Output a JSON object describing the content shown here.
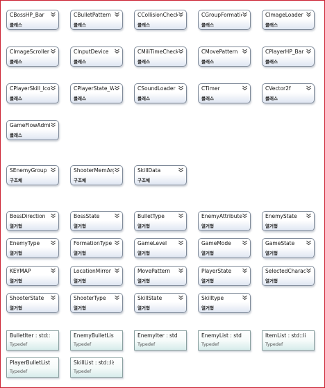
{
  "colors": {
    "frame_border": "#cc2233",
    "shape_border": "#7f8a99",
    "typedef_border": "#8aa0a0"
  },
  "shapes": [
    {
      "name": "CBossHP_Bar",
      "kind": "클래스",
      "style": "class",
      "chevron": true
    },
    {
      "name": "CBulletPattern",
      "kind": "클래스",
      "style": "class",
      "chevron": true
    },
    {
      "name": "CCollisionChecker",
      "kind": "클래스",
      "style": "class",
      "chevron": true
    },
    {
      "name": "CGroupFormation",
      "kind": "클래스",
      "style": "class",
      "chevron": true
    },
    {
      "name": "CImageLoader",
      "kind": "클래스",
      "style": "class",
      "chevron": true
    },
    {
      "name": "CImageScroller",
      "kind": "클래스",
      "style": "class",
      "chevron": true
    },
    {
      "name": "CInputDevice",
      "kind": "클래스",
      "style": "class",
      "chevron": true
    },
    {
      "name": "CMiliTimeChecker",
      "kind": "클래스",
      "style": "class",
      "chevron": true
    },
    {
      "name": "CMovePattern",
      "kind": "클래스",
      "style": "class",
      "chevron": true
    },
    {
      "name": "CPlayerHP_Bar",
      "kind": "클래스",
      "style": "class",
      "chevron": true
    },
    {
      "name": "CPlayerSkill_Icon",
      "kind": "클래스",
      "style": "class",
      "chevron": true
    },
    {
      "name": "CPlayerState_Wi...",
      "kind": "클래스",
      "style": "class",
      "chevron": true
    },
    {
      "name": "CSoundLoader",
      "kind": "클래스",
      "style": "class",
      "chevron": true
    },
    {
      "name": "CTimer",
      "kind": "클래스",
      "style": "class",
      "chevron": true
    },
    {
      "name": "CVector2f",
      "kind": "클래스",
      "style": "class",
      "chevron": true
    },
    {
      "name": "GameFlowAdmi...",
      "kind": "클래스",
      "style": "class",
      "chevron": true
    },
    {
      "name": "SEnemyGroup",
      "kind": "구조체",
      "style": "class",
      "chevron": true
    },
    {
      "name": "ShooterMemArg",
      "kind": "구조체",
      "style": "class",
      "chevron": true
    },
    {
      "name": "SkillData",
      "kind": "구조체",
      "style": "class",
      "chevron": true
    },
    {
      "name": "BossDirection",
      "kind": "열거형",
      "style": "class",
      "chevron": true
    },
    {
      "name": "BossState",
      "kind": "열거형",
      "style": "class",
      "chevron": true
    },
    {
      "name": "BulletType",
      "kind": "열거형",
      "style": "class",
      "chevron": true
    },
    {
      "name": "EnemyAttribute",
      "kind": "열거형",
      "style": "class",
      "chevron": true
    },
    {
      "name": "EnemyState",
      "kind": "열거형",
      "style": "class",
      "chevron": true
    },
    {
      "name": "EnemyType",
      "kind": "열거형",
      "style": "class",
      "chevron": true
    },
    {
      "name": "FormationType",
      "kind": "열거형",
      "style": "class",
      "chevron": true
    },
    {
      "name": "GameLevel",
      "kind": "열거형",
      "style": "class",
      "chevron": true
    },
    {
      "name": "GameMode",
      "kind": "열거형",
      "style": "class",
      "chevron": true
    },
    {
      "name": "GameState",
      "kind": "열거형",
      "style": "class",
      "chevron": true
    },
    {
      "name": "KEYMAP",
      "kind": "열거형",
      "style": "class",
      "chevron": true
    },
    {
      "name": "LocationMirror",
      "kind": "열거형",
      "style": "class",
      "chevron": true
    },
    {
      "name": "MovePattern",
      "kind": "열거형",
      "style": "class",
      "chevron": true
    },
    {
      "name": "PlayerState",
      "kind": "열거형",
      "style": "class",
      "chevron": true
    },
    {
      "name": "SelectedCharacter",
      "kind": "열거형",
      "style": "class",
      "chevron": true
    },
    {
      "name": "ShooterState",
      "kind": "열거형",
      "style": "class",
      "chevron": true
    },
    {
      "name": "ShooterType",
      "kind": "열거형",
      "style": "class",
      "chevron": true
    },
    {
      "name": "SkillState",
      "kind": "열거형",
      "style": "class",
      "chevron": true
    },
    {
      "name": "Skilltype",
      "kind": "열거형",
      "style": "class",
      "chevron": true
    },
    {
      "name": "BulletIter : std::l...",
      "kind": "Typedef",
      "style": "typedef",
      "chevron": false
    },
    {
      "name": "EnemyBulletList...",
      "kind": "Typedef",
      "style": "typedef",
      "chevron": false
    },
    {
      "name": "EnemyIter : std:...",
      "kind": "Typedef",
      "style": "typedef",
      "chevron": false
    },
    {
      "name": "EnemyList : std::...",
      "kind": "Typedef",
      "style": "typedef",
      "chevron": false
    },
    {
      "name": "ItemList : std::li...",
      "kind": "Typedef",
      "style": "typedef",
      "chevron": false
    },
    {
      "name": "PlayerBulletList...",
      "kind": "Typedef",
      "style": "typedef",
      "chevron": false
    },
    {
      "name": "SkillList : std::lis...",
      "kind": "Typedef",
      "style": "typedef",
      "chevron": false
    }
  ]
}
